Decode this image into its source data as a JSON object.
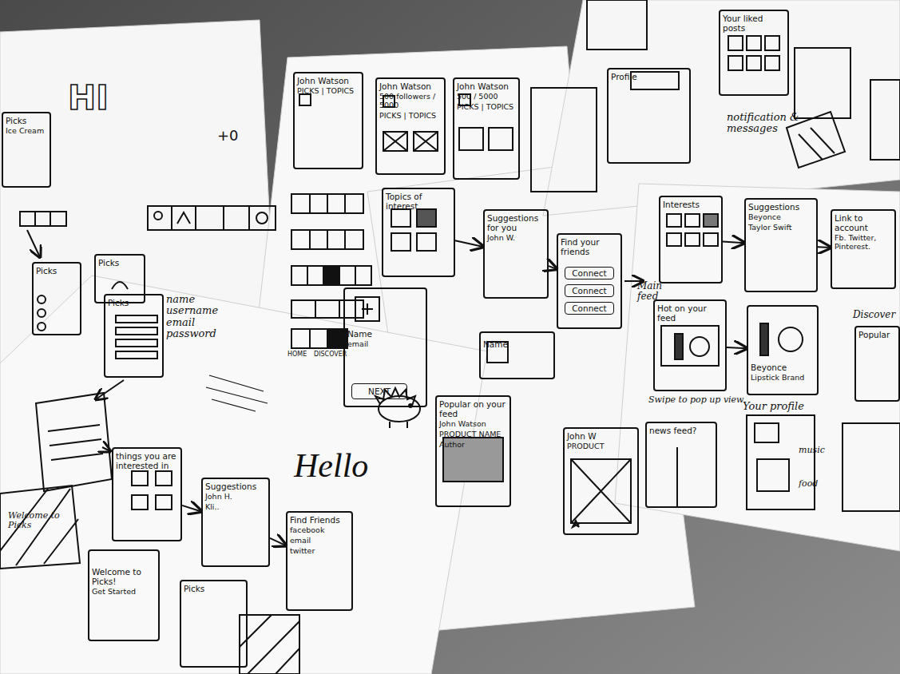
{
  "diagram": {
    "nodes": [
      {
        "text": [
          "Picks",
          "Ice Cream"
        ]
      },
      {
        "text": [
          "Picks"
        ]
      },
      {
        "text": [
          "Picks"
        ]
      },
      {
        "text": [
          "John Watson",
          "PICKS | TOPICS"
        ]
      },
      {
        "text": [
          "John Watson",
          "500 followers / 5000",
          "PICKS | TOPICS"
        ]
      },
      {
        "text": [
          "John Watson",
          "500 / 5000",
          "PICKS | TOPICS"
        ]
      },
      {
        "text": [
          "Topics of interest"
        ]
      },
      {
        "text": [
          "Suggestions for you",
          "John W."
        ]
      },
      {
        "text": [
          "Find your friends"
        ]
      },
      {
        "text": [
          "Connect"
        ],
        "in": 8
      },
      {
        "text": [
          "Connect"
        ],
        "in": 8
      },
      {
        "text": [
          "Connect"
        ],
        "in": 8
      },
      {
        "text": [
          "Name",
          "email"
        ]
      },
      {
        "text": [
          "NEXT"
        ],
        "in": 12
      },
      {
        "text": [
          "Name"
        ]
      },
      {
        "text": [
          "Popular on your feed",
          "John Watson",
          "PRODUCT NAME",
          "Author"
        ]
      },
      {
        "text": [
          "John W",
          "PRODUCT"
        ]
      },
      {
        "text": [
          "Profile"
        ]
      },
      {
        "text": [
          "Your liked posts"
        ]
      },
      {
        "text": [
          "Interests"
        ]
      },
      {
        "text": [
          "Suggestions",
          "Beyonce",
          "Taylor Swift"
        ]
      },
      {
        "text": [
          "Link to account",
          "Fb. Twitter, Pinterest."
        ]
      },
      {
        "text": [
          "Hot on your feed"
        ]
      },
      {
        "text": [
          "Beyonce",
          "Lipstick Brand"
        ]
      },
      {
        "text": [
          "Popular"
        ]
      },
      {
        "text": [
          "news feed?"
        ]
      },
      {
        "text": [
          "Picks"
        ]
      },
      {
        "text": [
          "things you are interested in"
        ]
      },
      {
        "text": [
          "Suggestions",
          "John H.",
          "Kli.."
        ]
      },
      {
        "text": [
          "Find Friends",
          "facebook",
          "email",
          "twitter"
        ]
      },
      {
        "text": [
          "Welcome to Picks!",
          "Get Started"
        ]
      },
      {
        "text": [
          "Picks"
        ]
      }
    ],
    "edges": [
      {
        "from": 6,
        "to": 7,
        "arrow": "to"
      },
      {
        "from": 7,
        "to": 8,
        "arrow": "to"
      },
      {
        "from": 19,
        "to": 20,
        "arrow": "to"
      },
      {
        "from": 20,
        "to": 21,
        "arrow": "to"
      },
      {
        "from": 22,
        "to": 23,
        "arrow": "to"
      },
      {
        "from": 27,
        "to": 28,
        "arrow": "to"
      },
      {
        "from": 28,
        "to": 29,
        "arrow": "to"
      }
    ],
    "labels": [
      "HI",
      "+0",
      "HOME",
      "DISCOVER",
      "notification & messages",
      "Main feed",
      "Swipe to pop up view",
      "Discover",
      "Your profile",
      "music",
      "food",
      "name username email password",
      "Hello",
      "Welcome to Picks"
    ]
  }
}
